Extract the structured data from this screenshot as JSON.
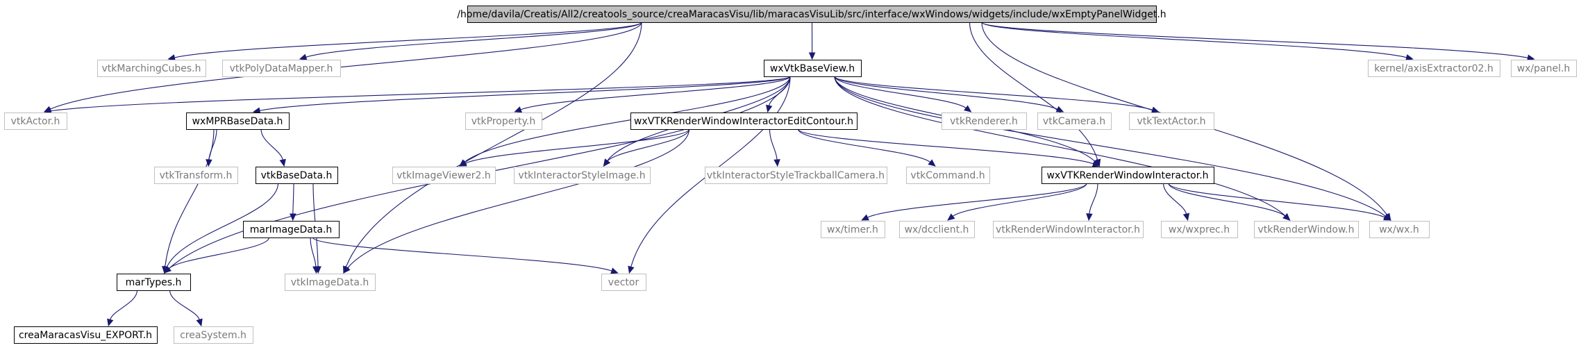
{
  "colors": {
    "edge": "#191970",
    "node_border": "#000000",
    "external_border": "#bfbfbf",
    "root_fill": "#bfbfbf",
    "external_text": "#7a7a7a"
  },
  "nodes": [
    {
      "id": "root",
      "label": "/home/davila/Creatis/All2/creatools_source/creaMaracasVisu/lib/maracasVisuLib/src/interface/wxWindows/widgets/include/wxEmptyPanelWidget.h",
      "kind": "root"
    },
    {
      "id": "vtkMarchingCubes",
      "label": "vtkMarchingCubes.h",
      "kind": "ext"
    },
    {
      "id": "vtkPolyDataMapper",
      "label": "vtkPolyDataMapper.h",
      "kind": "ext"
    },
    {
      "id": "wxVtkBaseView",
      "label": "wxVtkBaseView.h",
      "kind": "doc"
    },
    {
      "id": "axisExtractor02",
      "label": "kernel/axisExtractor02.h",
      "kind": "ext"
    },
    {
      "id": "wxpanel",
      "label": "wx/panel.h",
      "kind": "ext"
    },
    {
      "id": "vtkActor",
      "label": "vtkActor.h",
      "kind": "ext"
    },
    {
      "id": "wxMPRBaseData",
      "label": "wxMPRBaseData.h",
      "kind": "doc"
    },
    {
      "id": "vtkProperty",
      "label": "vtkProperty.h",
      "kind": "ext"
    },
    {
      "id": "wxVTKRWIEditContour",
      "label": "wxVTKRenderWindowInteractorEditContour.h",
      "kind": "doc"
    },
    {
      "id": "vtkRenderer",
      "label": "vtkRenderer.h",
      "kind": "ext"
    },
    {
      "id": "vtkCamera",
      "label": "vtkCamera.h",
      "kind": "ext"
    },
    {
      "id": "vtkTextActor",
      "label": "vtkTextActor.h",
      "kind": "ext"
    },
    {
      "id": "vtkTransform",
      "label": "vtkTransform.h",
      "kind": "ext"
    },
    {
      "id": "vtkBaseData",
      "label": "vtkBaseData.h",
      "kind": "doc"
    },
    {
      "id": "vtkImageViewer2",
      "label": "vtkImageViewer2.h",
      "kind": "ext"
    },
    {
      "id": "vtkInteractorStyleImage",
      "label": "vtkInteractorStyleImage.h",
      "kind": "ext"
    },
    {
      "id": "vtkInteractorStyleTrackballCamera",
      "label": "vtkInteractorStyleTrackballCamera.h",
      "kind": "ext"
    },
    {
      "id": "vtkCommand",
      "label": "vtkCommand.h",
      "kind": "ext"
    },
    {
      "id": "wxVTKRWI",
      "label": "wxVTKRenderWindowInteractor.h",
      "kind": "doc"
    },
    {
      "id": "marImageData",
      "label": "marImageData.h",
      "kind": "doc"
    },
    {
      "id": "wxtimer",
      "label": "wx/timer.h",
      "kind": "ext"
    },
    {
      "id": "wxdcclient",
      "label": "wx/dcclient.h",
      "kind": "ext"
    },
    {
      "id": "vtkRenderWindowInteractor",
      "label": "vtkRenderWindowInteractor.h",
      "kind": "ext"
    },
    {
      "id": "wxwxprec",
      "label": "wx/wxprec.h",
      "kind": "ext"
    },
    {
      "id": "vtkRenderWindow",
      "label": "vtkRenderWindow.h",
      "kind": "ext"
    },
    {
      "id": "wxwx",
      "label": "wx/wx.h",
      "kind": "ext"
    },
    {
      "id": "marTypes",
      "label": "marTypes.h",
      "kind": "doc"
    },
    {
      "id": "vtkImageData",
      "label": "vtkImageData.h",
      "kind": "ext"
    },
    {
      "id": "vector",
      "label": "vector",
      "kind": "ext"
    },
    {
      "id": "creaMaracasVisuExport",
      "label": "creaMaracasVisu_EXPORT.h",
      "kind": "doc"
    },
    {
      "id": "creaSystem",
      "label": "creaSystem.h",
      "kind": "ext"
    }
  ],
  "edges": [
    [
      "root",
      "vtkMarchingCubes"
    ],
    [
      "root",
      "vtkPolyDataMapper"
    ],
    [
      "root",
      "wxVtkBaseView"
    ],
    [
      "root",
      "axisExtractor02"
    ],
    [
      "root",
      "wxpanel"
    ],
    [
      "root",
      "vtkActor"
    ],
    [
      "root",
      "vtkImageData"
    ],
    [
      "root",
      "wxVTKRWI"
    ],
    [
      "root",
      "wxwx"
    ],
    [
      "wxVtkBaseView",
      "vtkActor"
    ],
    [
      "wxVtkBaseView",
      "wxMPRBaseData"
    ],
    [
      "wxVtkBaseView",
      "vtkProperty"
    ],
    [
      "wxVtkBaseView",
      "wxVTKRWIEditContour"
    ],
    [
      "wxVtkBaseView",
      "vtkRenderer"
    ],
    [
      "wxVtkBaseView",
      "vtkCamera"
    ],
    [
      "wxVtkBaseView",
      "vtkTextActor"
    ],
    [
      "wxVtkBaseView",
      "vtkImageViewer2"
    ],
    [
      "wxVtkBaseView",
      "vtkInteractorStyleImage"
    ],
    [
      "wxVtkBaseView",
      "wxVTKRWI"
    ],
    [
      "wxVtkBaseView",
      "marTypes"
    ],
    [
      "wxVtkBaseView",
      "vtkRenderWindow"
    ],
    [
      "wxVtkBaseView",
      "wxwx"
    ],
    [
      "wxVtkBaseView",
      "vector"
    ],
    [
      "wxMPRBaseData",
      "vtkTransform"
    ],
    [
      "wxMPRBaseData",
      "vtkBaseData"
    ],
    [
      "wxMPRBaseData",
      "marTypes"
    ],
    [
      "vtkBaseData",
      "marImageData"
    ],
    [
      "vtkBaseData",
      "marTypes"
    ],
    [
      "vtkBaseData",
      "vtkImageData"
    ],
    [
      "marImageData",
      "marTypes"
    ],
    [
      "marImageData",
      "vtkImageData"
    ],
    [
      "marImageData",
      "vector"
    ],
    [
      "wxVTKRWIEditContour",
      "vtkImageViewer2"
    ],
    [
      "wxVTKRWIEditContour",
      "vtkInteractorStyleImage"
    ],
    [
      "wxVTKRWIEditContour",
      "vtkInteractorStyleTrackballCamera"
    ],
    [
      "wxVTKRWIEditContour",
      "vtkCommand"
    ],
    [
      "wxVTKRWIEditContour",
      "wxVTKRWI"
    ],
    [
      "wxVTKRWIEditContour",
      "vtkImageData"
    ],
    [
      "wxVTKRWI",
      "wxtimer"
    ],
    [
      "wxVTKRWI",
      "wxdcclient"
    ],
    [
      "wxVTKRWI",
      "vtkRenderWindowInteractor"
    ],
    [
      "wxVTKRWI",
      "wxwxprec"
    ],
    [
      "wxVTKRWI",
      "vtkRenderWindow"
    ],
    [
      "wxVTKRWI",
      "wxwx"
    ],
    [
      "marTypes",
      "creaMaracasVisuExport"
    ],
    [
      "marTypes",
      "creaSystem"
    ]
  ]
}
